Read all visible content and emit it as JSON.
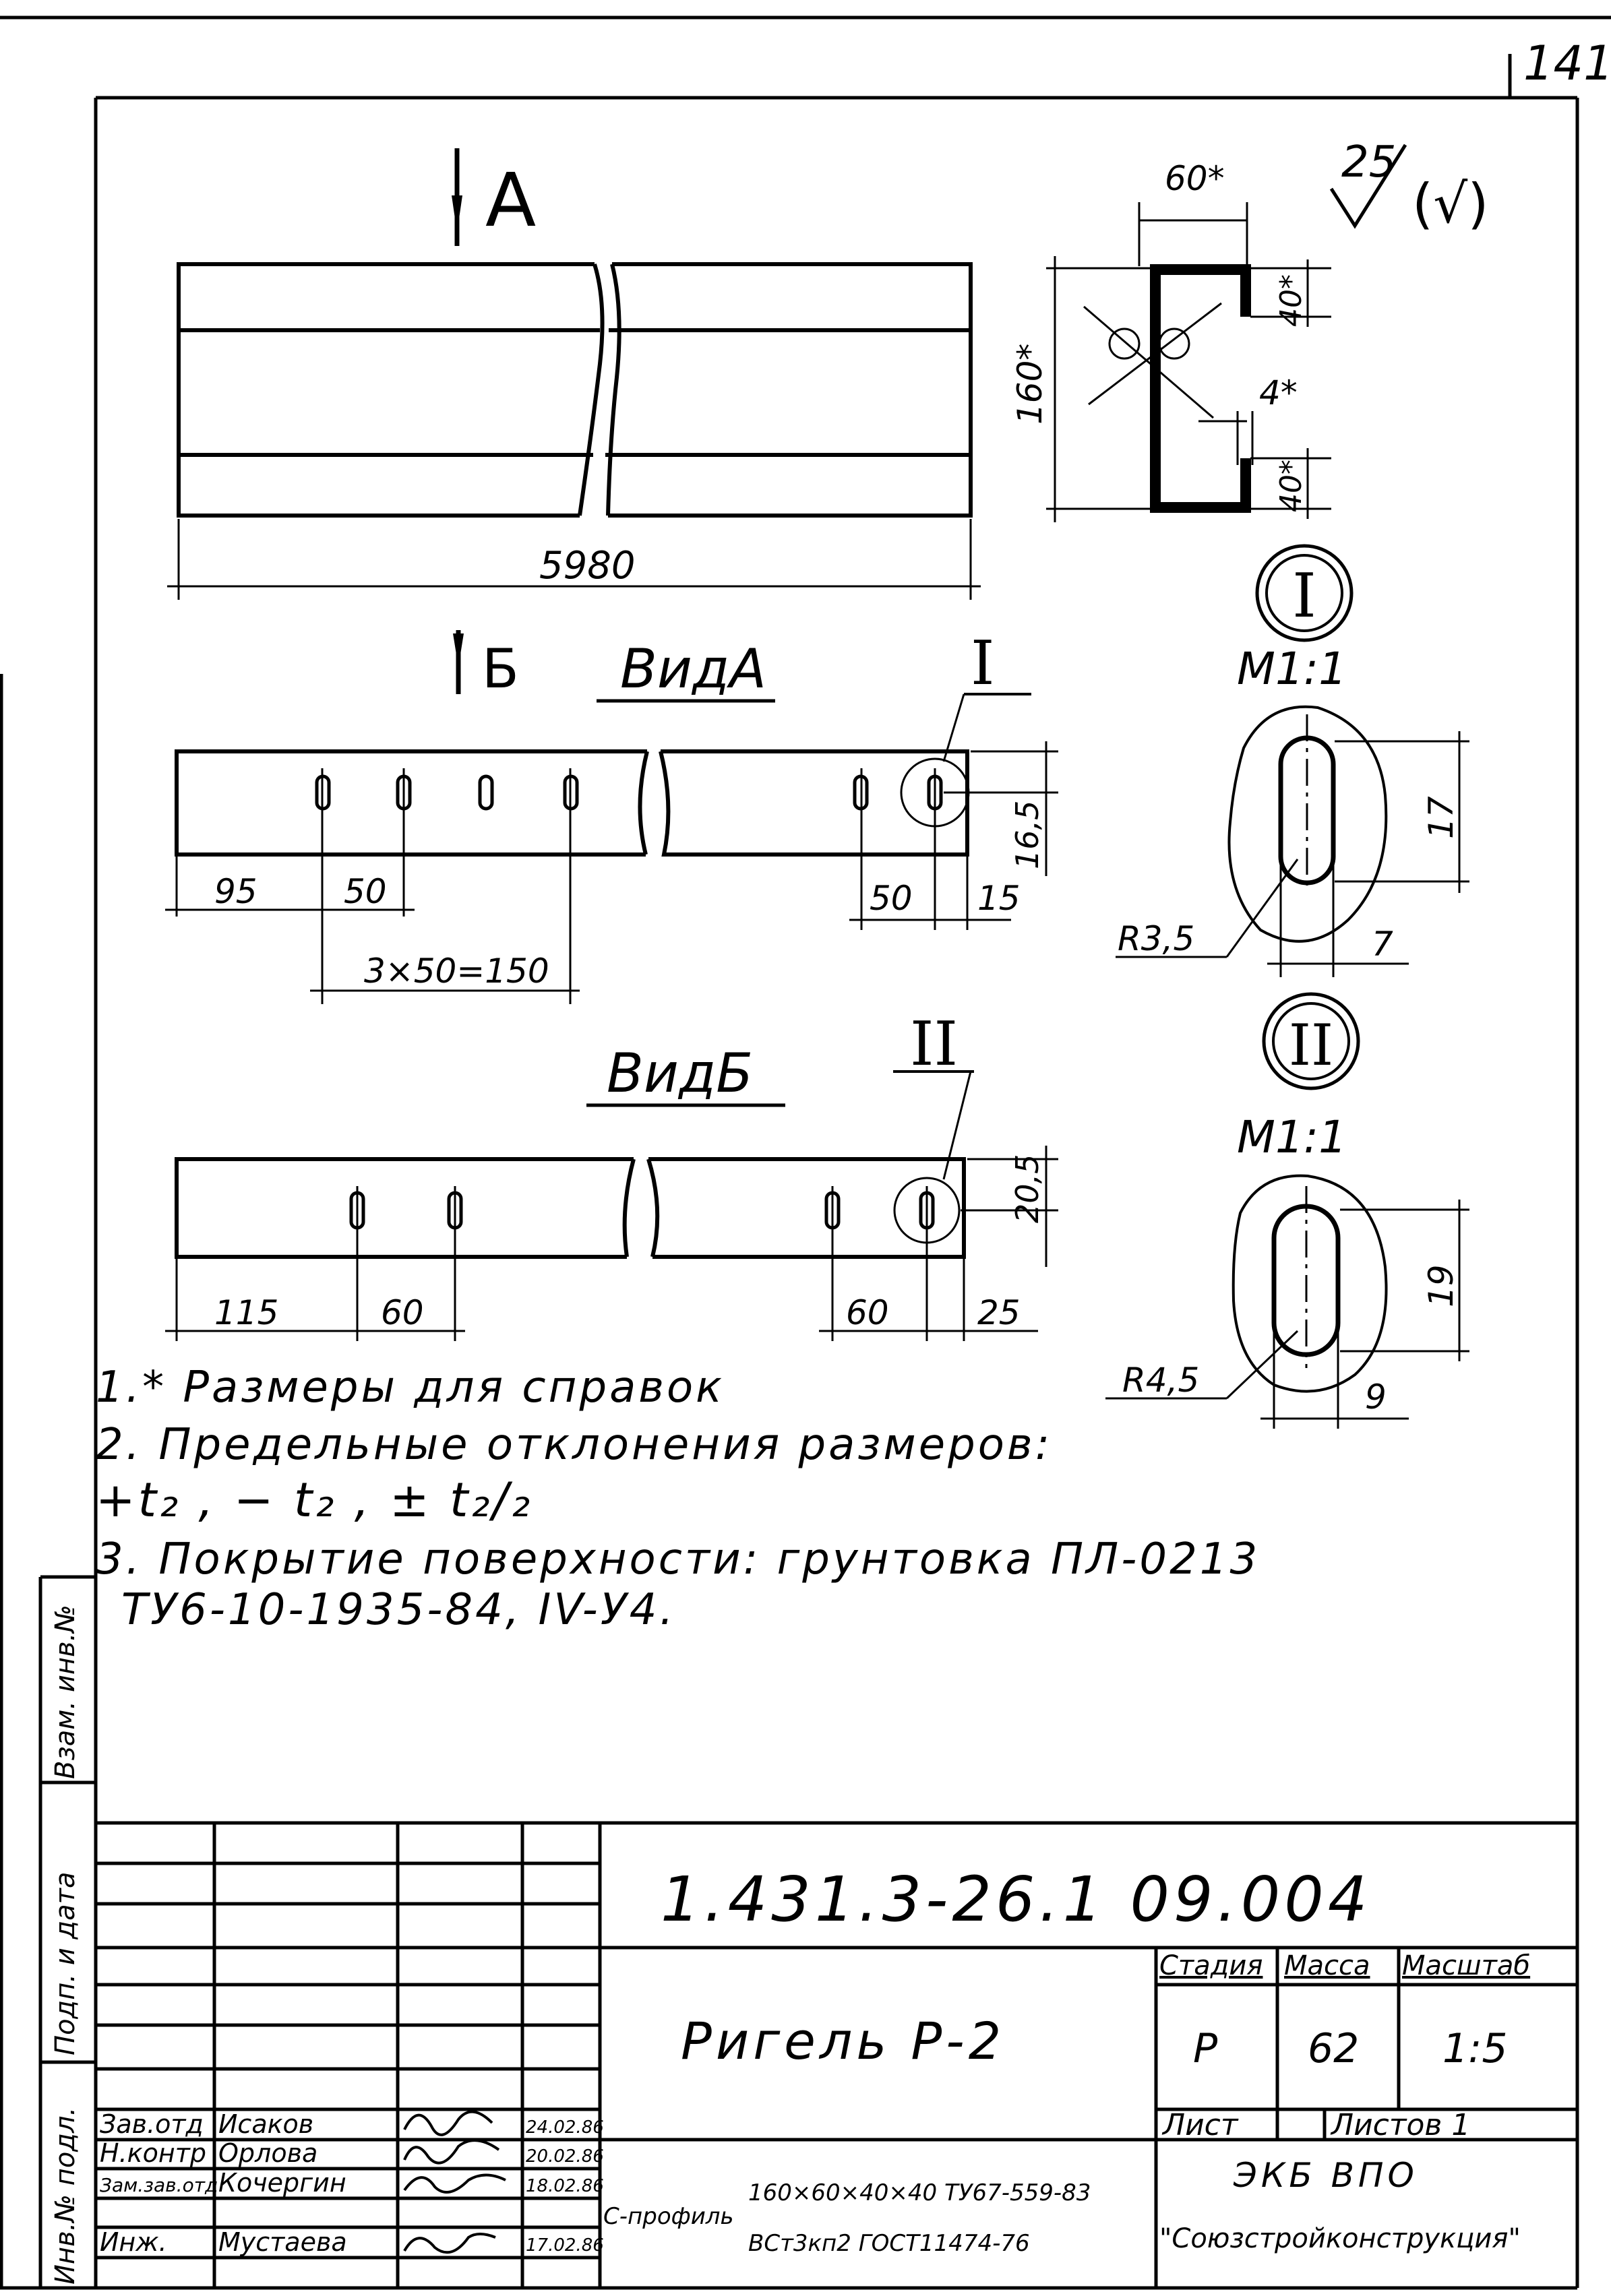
{
  "sheet": {
    "page_number": "141",
    "roughness": "25",
    "roughness_alt": "(√)"
  },
  "views": {
    "section_a_mark": "A",
    "section_b_mark": "Б",
    "view_a_title": "ВидА",
    "view_b_title": "ВидБ",
    "detail_1_mark": "I",
    "detail_2_mark": "II",
    "detail_1_scale": "М1:1",
    "detail_2_scale": "М1:1"
  },
  "dimensions": {
    "length": "5980",
    "profile_width": "60*",
    "profile_height": "160*",
    "flange_top": "40*",
    "flange_bottom": "40*",
    "thickness": "4*",
    "va_edge": "95",
    "va_step": "50",
    "va_total": "3×50=150",
    "va_right_step": "50",
    "va_right_edge": "15",
    "va_height": "16,5",
    "vb_edge": "115",
    "vb_step": "60",
    "vb_right_step": "60",
    "vb_right_edge": "25",
    "vb_height": "20,5",
    "d1_length": "17",
    "d1_width": "7",
    "d1_radius": "R3,5",
    "d2_length": "19",
    "d2_width": "9",
    "d2_radius": "R4,5"
  },
  "notes": {
    "n1": "1.* Размеры для справок",
    "n2": "2. Предельные отклонения размеров:",
    "n2b": "+t₂ , − t₂ , ± t₂/₂",
    "n3": "3. Покрытие поверхности: грунтовка ПЛ-0213",
    "n3b": "ТУ6-10-1935-84, IV-У4."
  },
  "side_stamp": {
    "inv_podl": "Инв.№ подл.",
    "podp_data": "Подп. и дата",
    "vzam_inv": "Взам. инв.№"
  },
  "title_block": {
    "designation": "1.431.3-26.1 09.004",
    "name": "Ригель Р-2",
    "stage_header": "Стадия",
    "mass_header": "Масса",
    "scale_header": "Масштаб",
    "stage": "Р",
    "mass": "62",
    "scale": "1:5",
    "sheet_label": "Лист",
    "sheets_label": "Листов 1",
    "material_prefix": "С-профиль",
    "material_line1": "160×60×40×40 ТУ67-559-83",
    "material_line2": "ВСт3кп2 ГОСТ11474-76",
    "org_line1": "ЭКБ ВПО",
    "org_line2": "\"Союзстройконструкция\"",
    "people": [
      {
        "role": "Зав.отд",
        "name": "Исаков",
        "date": "24.02.86"
      },
      {
        "role": "Н.контр",
        "name": "Орлова",
        "date": "20.02.86"
      },
      {
        "role": "Зам.зав.отд",
        "name": "Кочергин",
        "date": "18.02.86"
      },
      {
        "role": "Инж.",
        "name": "Мустаева",
        "date": "17.02.86"
      }
    ]
  }
}
